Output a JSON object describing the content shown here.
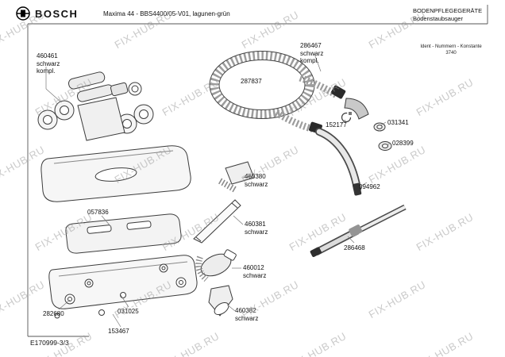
{
  "header": {
    "brand": "BOSCH",
    "title": "Maxima 44 - BBS4400/05-V01, lagunen-grün",
    "category_line1": "BODENPFLEGEGERÄTE",
    "category_line2": "Bodenstaubsauger",
    "ident_label": "Ident - Nummern - Konstante",
    "ident_value": "3740"
  },
  "footer": {
    "doc_number": "E170999-3/3"
  },
  "watermark": {
    "text": "FIX-HUB.RU"
  },
  "parts": [
    {
      "id": "460461",
      "note": "schwarz\nkompl."
    },
    {
      "id": "057836"
    },
    {
      "id": "282680"
    },
    {
      "id": "031025"
    },
    {
      "id": "153467"
    },
    {
      "id": "287837"
    },
    {
      "id": "286467",
      "note": "schwarz\nkompl."
    },
    {
      "id": "152177"
    },
    {
      "id": "031341"
    },
    {
      "id": "028399"
    },
    {
      "id": "094962"
    },
    {
      "id": "460380",
      "note": "schwarz"
    },
    {
      "id": "460381",
      "note": "schwarz"
    },
    {
      "id": "460012",
      "note": "schwarz"
    },
    {
      "id": "460382",
      "note": "schwarz"
    },
    {
      "id": "286468"
    }
  ]
}
